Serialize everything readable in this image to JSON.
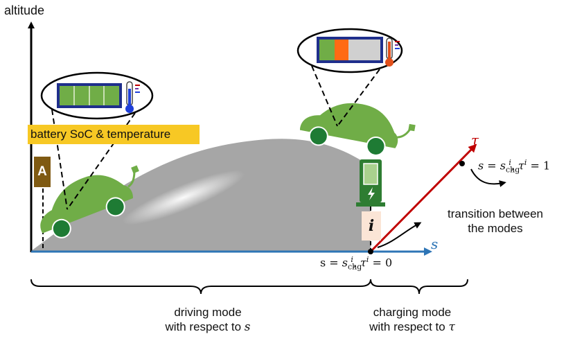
{
  "labels": {
    "altitude": "altitude",
    "battery": "battery SoC & temperature",
    "driving_line1": "driving mode",
    "driving_line2": "with respect to",
    "driving_var": "s",
    "charging_line1": "charging mode",
    "charging_line2": "with respect to",
    "charging_var": "τ",
    "transition_line1": "transition between",
    "transition_line2": "the modes"
  },
  "axes": {
    "s": "s",
    "tau": "τ"
  },
  "badges": {
    "start": "A",
    "station": "i"
  },
  "equations": {
    "top": {
      "var": "s",
      "sub_s": "chg",
      "sup_s": "i",
      "tau_sup": "i",
      "value": "1"
    },
    "bottom": {
      "var": "s",
      "sub_s": "chg",
      "sup_s": "i",
      "tau_sup": "i",
      "value": "0"
    }
  },
  "colors": {
    "car": "#70ad47",
    "road_hill": "#a6a6a6",
    "s_axis": "#2e75b6",
    "tau_axis": "#c00000",
    "battery_frame": "#1f2f8c",
    "label_highlight": "#f7c824",
    "start_badge": "#7f5a12",
    "station": "#2e7d32"
  },
  "icons": [
    "car-icon",
    "battery-icon",
    "thermometer-icon",
    "charging-station-icon",
    "plug-icon",
    "lightning-icon"
  ]
}
